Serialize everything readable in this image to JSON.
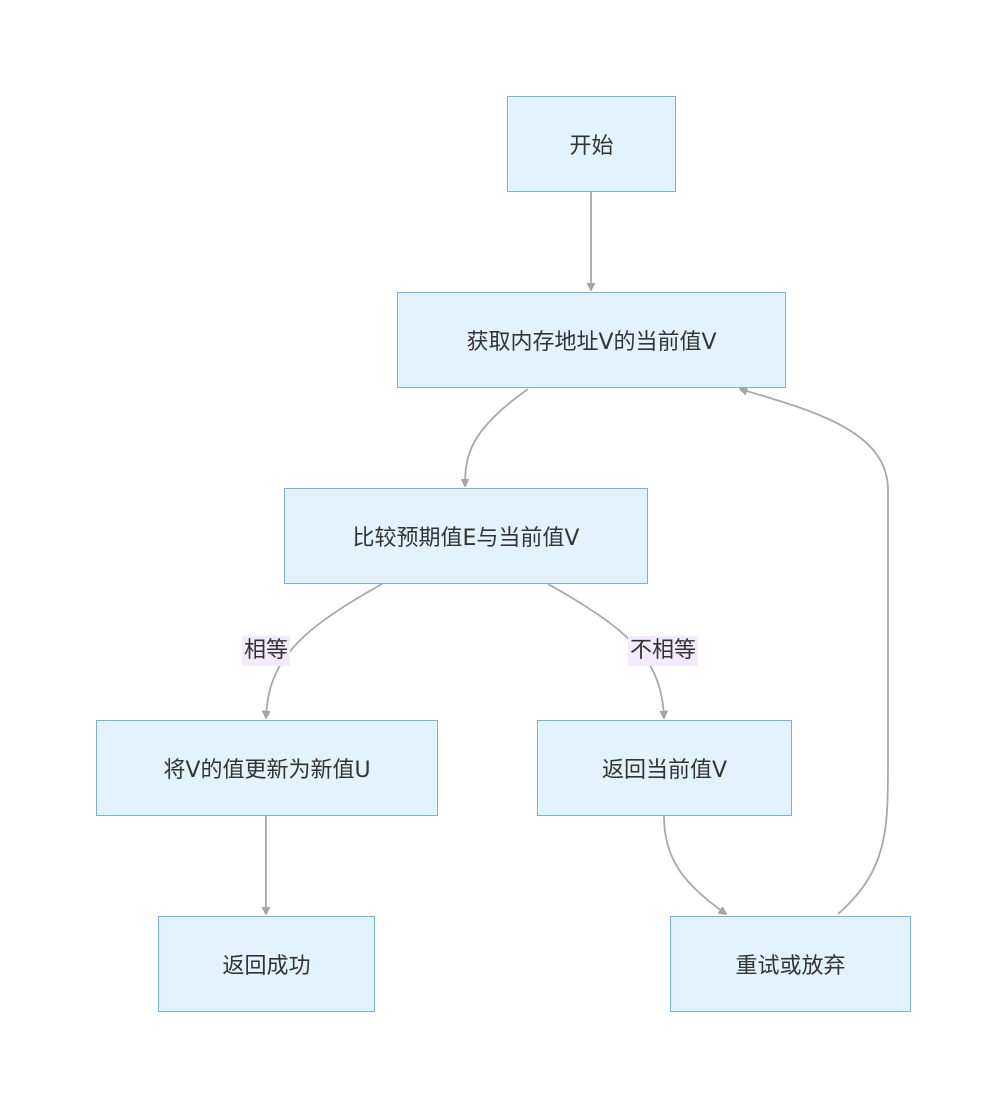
{
  "flowchart": {
    "nodes": [
      {
        "id": "start",
        "label": "开始"
      },
      {
        "id": "get_value",
        "label": "获取内存地址V的当前值V"
      },
      {
        "id": "compare",
        "label": "比较预期值E与当前值V"
      },
      {
        "id": "update",
        "label": "将V的值更新为新值U"
      },
      {
        "id": "return_current",
        "label": "返回当前值V"
      },
      {
        "id": "success",
        "label": "返回成功"
      },
      {
        "id": "retry",
        "label": "重试或放弃"
      }
    ],
    "edges": [
      {
        "from": "start",
        "to": "get_value",
        "label": ""
      },
      {
        "from": "get_value",
        "to": "compare",
        "label": ""
      },
      {
        "from": "compare",
        "to": "update",
        "label": "相等"
      },
      {
        "from": "compare",
        "to": "return_current",
        "label": "不相等"
      },
      {
        "from": "update",
        "to": "success",
        "label": ""
      },
      {
        "from": "return_current",
        "to": "retry",
        "label": ""
      },
      {
        "from": "retry",
        "to": "get_value",
        "label": ""
      }
    ],
    "colors": {
      "node_fill": "#e3f3fd",
      "node_border": "#7aaee8",
      "edge": "#a8a8a8",
      "label_bg": "#f3eafc",
      "text": "#333333"
    }
  }
}
